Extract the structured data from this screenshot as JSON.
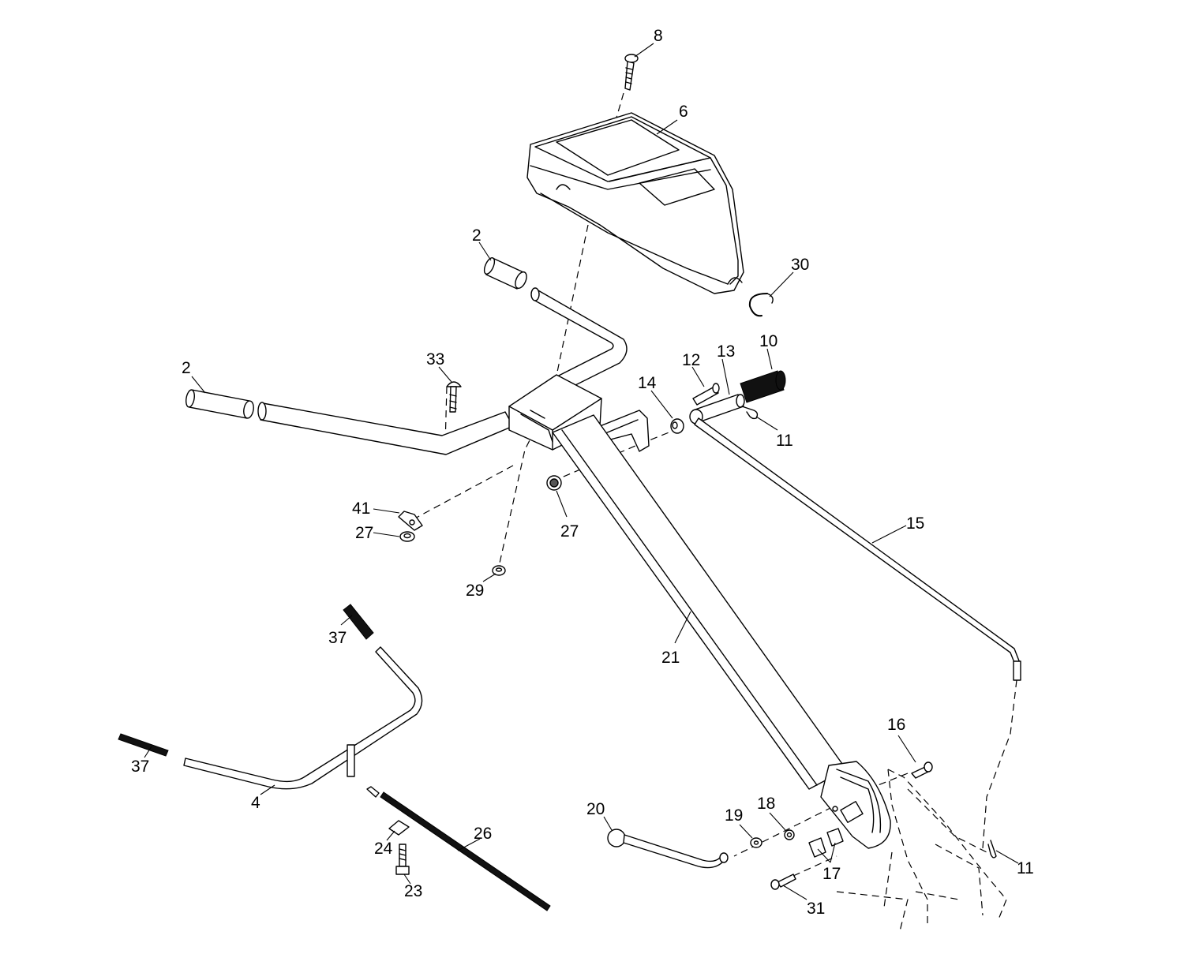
{
  "callouts": {
    "c8": "8",
    "c6": "6",
    "c2a": "2",
    "c30": "30",
    "c2b": "2",
    "c33": "33",
    "c12": "12",
    "c13": "13",
    "c10": "10",
    "c14": "14",
    "c11a": "11",
    "c41": "41",
    "c27a": "27",
    "c27b": "27",
    "c29": "29",
    "c15": "15",
    "c37a": "37",
    "c21": "21",
    "c37b": "37",
    "c16": "16",
    "c4": "4",
    "c20": "20",
    "c19": "19",
    "c18": "18",
    "c26": "26",
    "c24": "24",
    "c17": "17",
    "c11b": "11",
    "c23": "23",
    "c31": "31"
  }
}
